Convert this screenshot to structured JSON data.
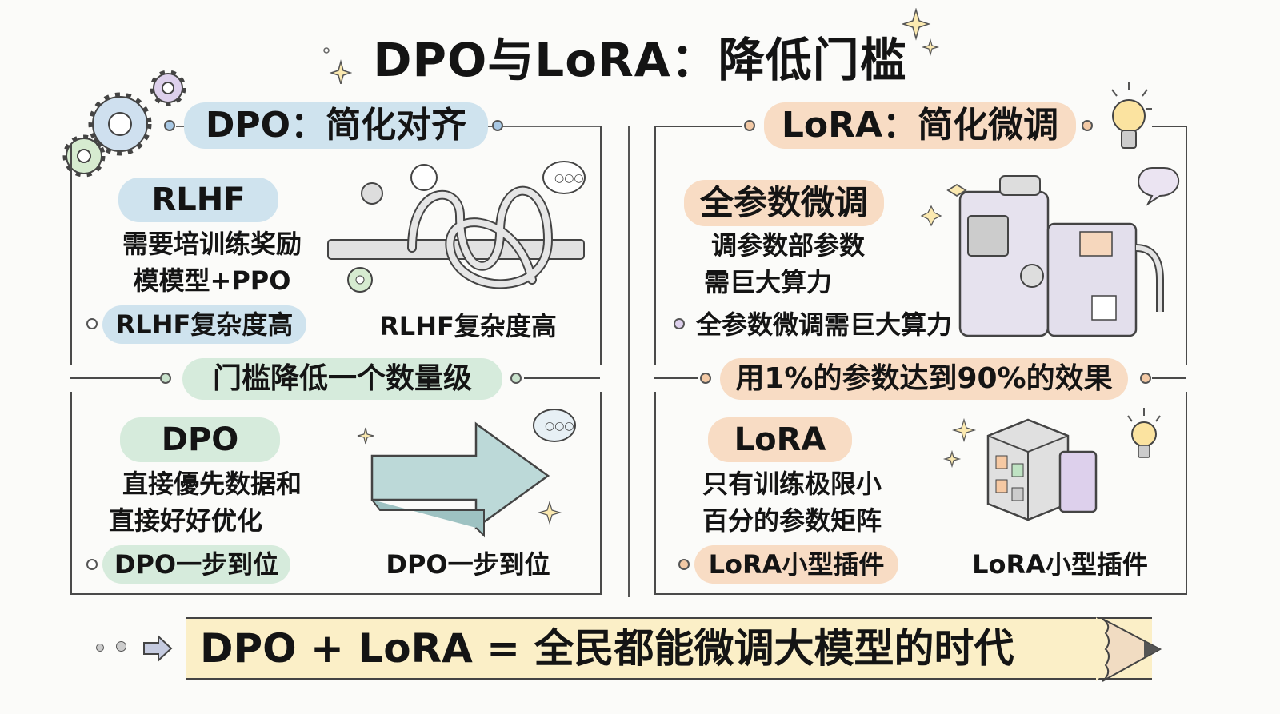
{
  "title": "DPO与LoRA：降低门槛",
  "left": {
    "header": "DPO：简化对齐",
    "top": {
      "label": "RLHF",
      "lines": [
        "需要培训练奖励",
        "模模型+PPO"
      ],
      "bullet": "RLHF复杂度高",
      "illustration_caption": "RLHF复杂度高",
      "illustration": "tangled-pipes-icon"
    },
    "divider": "门槛降低一个数量级",
    "bottom": {
      "label": "DPO",
      "lines": [
        "直接優先数据和",
        "直接好好优化"
      ],
      "bullet": "DPO一步到位",
      "illustration_caption": "DPO一步到位",
      "illustration": "arrow-right-icon"
    }
  },
  "right": {
    "header": "LoRA：简化微调",
    "top": {
      "label": "全参数微调",
      "lines": [
        "调参数部参数",
        "需巨大算力"
      ],
      "bullet": "全参数微调需巨大算力",
      "illustration": "large-machine-icon"
    },
    "divider": "用1%的参数达到90%的效果",
    "bottom": {
      "label": "LoRA",
      "lines": [
        "只有训练极限小",
        "百分的参数矩阵"
      ],
      "bullet": "LoRA小型插件",
      "illustration_caption": "LoRA小型插件",
      "illustration": "plugin-module-icon"
    }
  },
  "footer": "DPO + LoRA = 全民都能微调大模型的时代",
  "colors": {
    "blue": "#cfe3ee",
    "orange": "#f8dcc4",
    "green": "#d6ebdc",
    "yellow": "#fbefc7",
    "purple": "#ddd0ec"
  }
}
